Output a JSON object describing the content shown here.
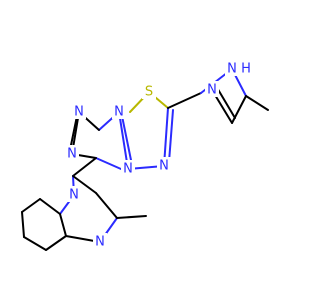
{
  "molecule": {
    "colors": {
      "carbon": "#000000",
      "nitrogen": "#2b2bff",
      "sulfur": "#b8b800",
      "background": "#ffffff"
    },
    "labels": {
      "s1": "S",
      "n_a": "N",
      "n_b": "N",
      "n_c": "N",
      "n_d": "N",
      "n_e": "N",
      "n_f": "N",
      "n_g": "N",
      "nh": "N",
      "h": "H"
    }
  }
}
